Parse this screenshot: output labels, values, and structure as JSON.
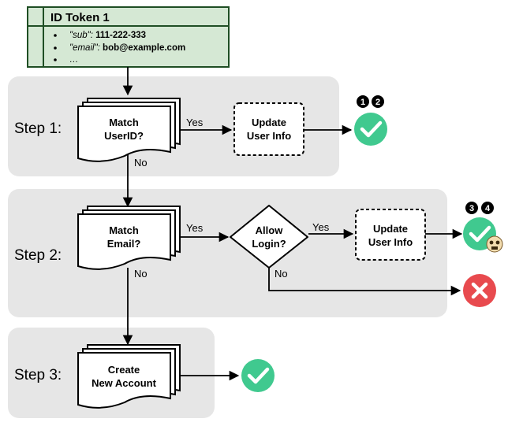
{
  "token": {
    "title": "ID Token 1",
    "claims": [
      {
        "key": "\"sub\"",
        "value": "111-222-333"
      },
      {
        "key": "\"email\"",
        "value": "bob@example.com"
      },
      {
        "key": "…",
        "value": ""
      }
    ]
  },
  "steps": [
    {
      "label": "Step 1:"
    },
    {
      "label": "Step 2:"
    },
    {
      "label": "Step 3:"
    }
  ],
  "nodes": {
    "match_userid": [
      "Match",
      "UserID?"
    ],
    "update_user_info_1": [
      "Update",
      "User Info"
    ],
    "match_email": [
      "Match",
      "Email?"
    ],
    "allow_login": [
      "Allow",
      "Login?"
    ],
    "update_user_info_2": [
      "Update",
      "User Info"
    ],
    "create_account": [
      "Create",
      "New Account"
    ]
  },
  "edges": {
    "yes": "Yes",
    "no": "No"
  },
  "badges": {
    "b1": "1",
    "b2": "2",
    "b3": "3",
    "b4": "4"
  },
  "colors": {
    "token_fill": "#d5e8d4",
    "token_stroke": "#1f4e24",
    "step_bg": "#e6e6e6",
    "success": "#40c98f",
    "failure": "#e84a4e",
    "skull": "#f3ddb0"
  },
  "icons": [
    "check-circle-icon",
    "cross-circle-icon",
    "skull-icon"
  ]
}
